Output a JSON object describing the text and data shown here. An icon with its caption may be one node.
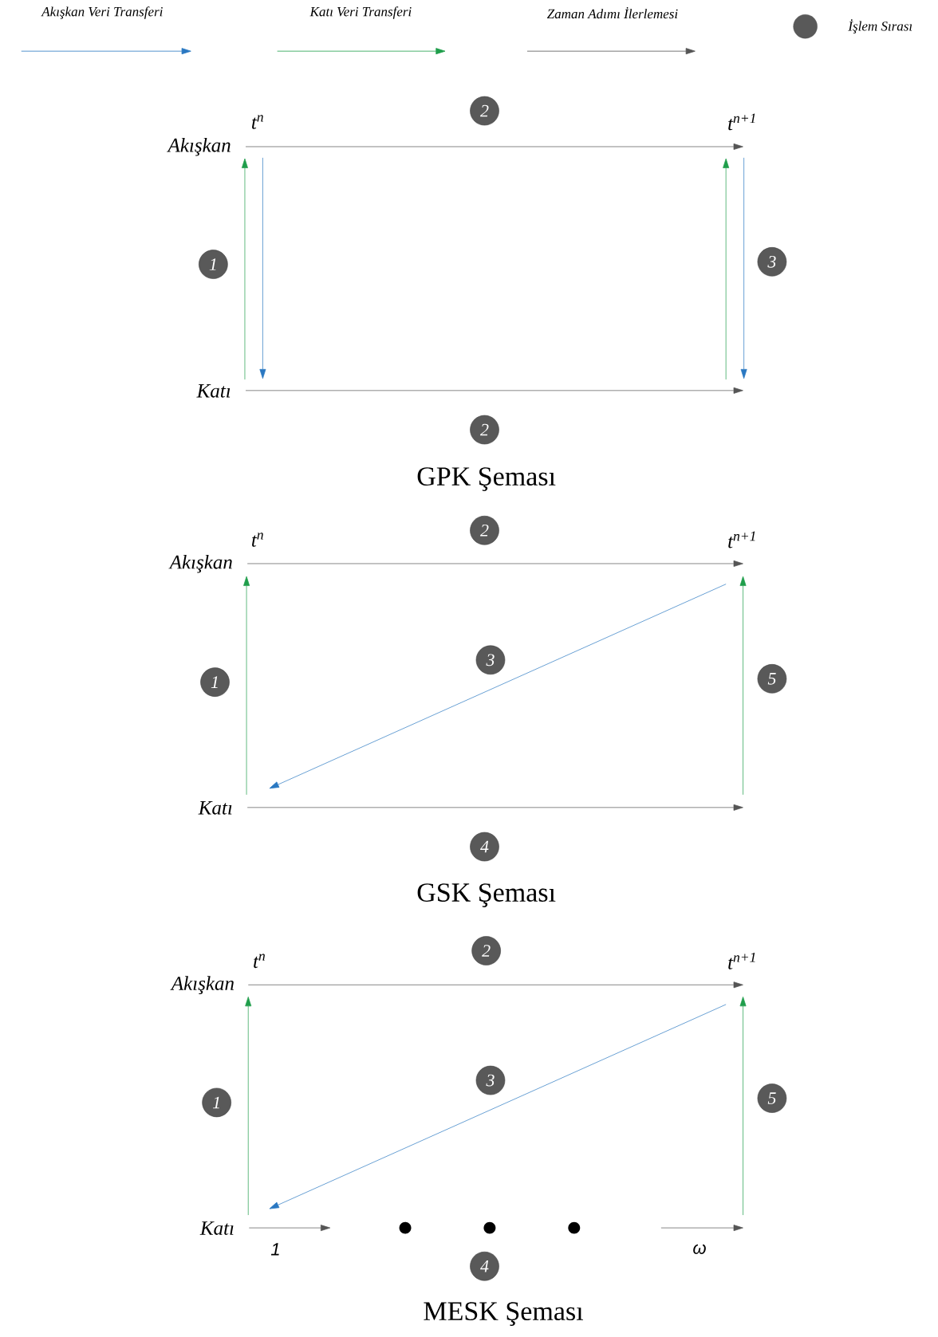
{
  "diagram": {
    "nodes": [
      {
        "text": [
          "2"
        ]
      },
      {
        "text": [
          "t$^{n}$"
        ]
      },
      {
        "text": [
          "t$^{n+1}$"
        ]
      },
      {
        "text": [
          "Akışkan"
        ]
      },
      {
        "text": [
          "1"
        ]
      },
      {
        "text": [
          "3"
        ]
      },
      {
        "text": [
          "Katı"
        ]
      },
      {
        "text": [
          "2"
        ]
      },
      {
        "text": [
          "2"
        ]
      },
      {
        "text": [
          "t$^{n}$"
        ]
      },
      {
        "text": [
          "t$^{n+1}$"
        ]
      },
      {
        "text": [
          "Akışkan"
        ]
      },
      {
        "text": [
          "1"
        ]
      },
      {
        "text": [
          "3"
        ]
      },
      {
        "text": [
          "5"
        ]
      },
      {
        "text": [
          "Katı"
        ]
      },
      {
        "text": [
          "4"
        ]
      },
      {
        "text": [
          "2"
        ]
      },
      {
        "text": [
          "t$^{n}$"
        ]
      },
      {
        "text": [
          "t$^{n+1}$"
        ]
      },
      {
        "text": [
          "Akışkan"
        ]
      },
      {
        "text": [
          "1"
        ]
      },
      {
        "text": [
          "3"
        ]
      },
      {
        "text": [
          "5"
        ]
      },
      {
        "text": [
          "Katı"
        ]
      },
      {
        "text": [
          "1"
        ]
      },
      {
        "text": [
          "ω"
        ]
      },
      {
        "text": [
          "4"
        ]
      }
    ],
    "edges": [
      {
        "from": 3,
        "to": 2,
        "arrow": "to"
      },
      {
        "from": 6,
        "to": 3,
        "arrow": "to",
        "color": "#1f9e4b"
      },
      {
        "from": 1,
        "to": 6,
        "arrow": "to",
        "color": "#2a78c2"
      },
      {
        "from": null,
        "to": 2,
        "arrow": "to",
        "color": "#1f9e4b"
      },
      {
        "from": 2,
        "to": null,
        "arrow": "to",
        "color": "#2a78c2"
      },
      {
        "from": 6,
        "to": null,
        "arrow": "to"
      },
      {
        "from": 11,
        "to": 10,
        "arrow": "to"
      },
      {
        "from": 15,
        "to": 11,
        "arrow": "to",
        "color": "#1f9e4b"
      },
      {
        "from": 10,
        "to": 15,
        "arrow": "to",
        "color": "#2a78c2"
      },
      {
        "from": null,
        "to": 10,
        "arrow": "to",
        "color": "#1f9e4b"
      },
      {
        "from": 15,
        "to": null,
        "arrow": "to"
      },
      {
        "from": 20,
        "to": 19,
        "arrow": "to"
      },
      {
        "from": 24,
        "to": 20,
        "arrow": "to",
        "color": "#1f9e4b"
      },
      {
        "from": 19,
        "to": 25,
        "arrow": "to",
        "color": "#2a78c2"
      },
      {
        "from": null,
        "to": 19,
        "arrow": "to",
        "color": "#1f9e4b"
      },
      {
        "from": 24,
        "to": null,
        "arrow": "to"
      },
      {
        "from": null,
        "to": 26,
        "arrow": "to"
      }
    ],
    "labels": [
      "GPK Şeması",
      "GSK Şeması",
      "MESK Şeması"
    ],
    "legend": [
      {
        "text": "Akışkan Veri Transferi"
      },
      {
        "text": "Katı Veri Transferi"
      },
      {
        "text": "Zaman Adımı İlerlemesi"
      },
      {
        "text": "İşlem Sırası"
      }
    ]
  }
}
